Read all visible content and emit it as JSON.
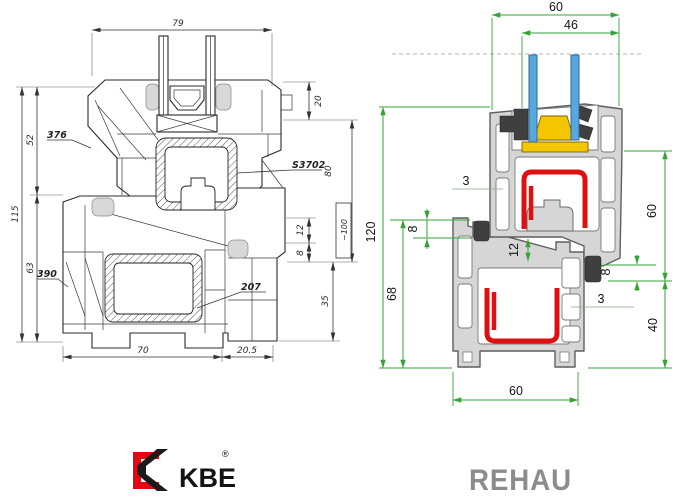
{
  "kbe": {
    "dims": {
      "top_width": "79",
      "sash_height": "52",
      "total_height": "115",
      "frame_height": "63",
      "right_top": "20",
      "right_mid": "80",
      "gap_12": "12",
      "gap_8": "8",
      "boxed_total": "~100",
      "right_low": "35",
      "bottom_main": "70",
      "bottom_flange": "20.5"
    },
    "labels": {
      "outer_sash_article": "376",
      "sash_steel_article": "S3702",
      "frame_article": "390",
      "frame_steel_article": "207"
    },
    "logo": {
      "text": "KBE",
      "registered": "®"
    }
  },
  "rehau": {
    "dims": {
      "top_width": "60",
      "glazing_width": "46",
      "total_height": "120",
      "frame_height": "68",
      "left_overlap": "8",
      "mid_gap": "12",
      "sash_height": "60",
      "right_overlap": "8",
      "right_low": "40",
      "bottom_width": "60"
    },
    "labels": {
      "wall_upper": "3",
      "wall_lower": "3"
    },
    "logo": {
      "text": "REHAU"
    }
  },
  "colors": {
    "dim_green": "#36a336",
    "steel_red": "#e01010",
    "glass_blue": "#58a8dc",
    "glazing_yellow": "#f4c600",
    "profile_gray": "#d6d6d6",
    "kbe_logo_red": "#e30613",
    "rehau_logo_gray": "#8c8c8c"
  }
}
